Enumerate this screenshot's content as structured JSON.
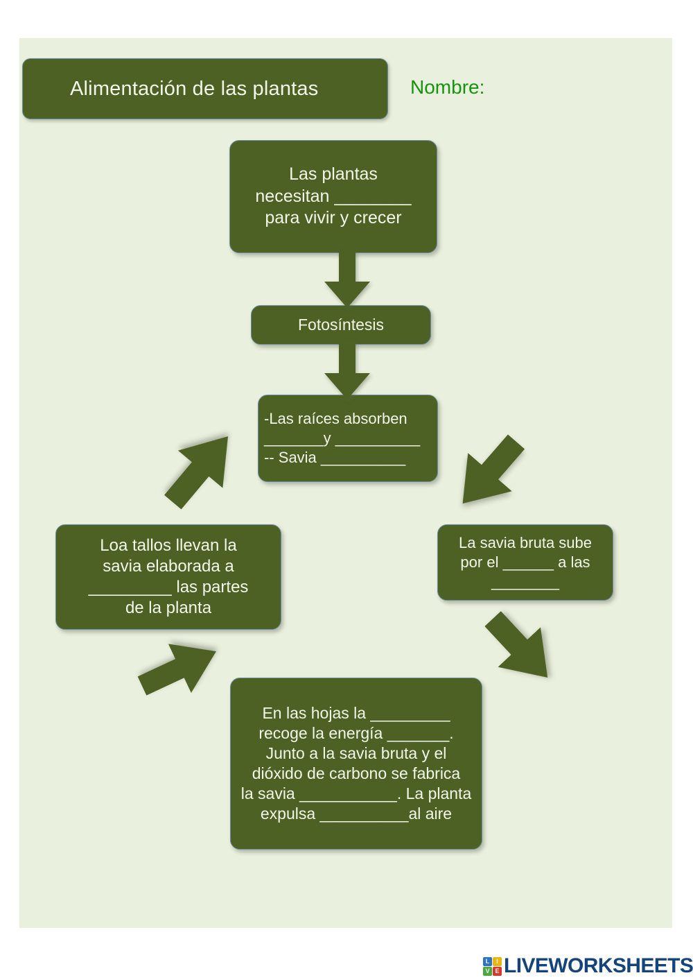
{
  "header": {
    "title": "Alimentación de las plantas",
    "name_label": "Nombre:"
  },
  "colors": {
    "box_fill": "#4c6123",
    "box_border": "#6e8aa0",
    "page_bg": "#eaf0de",
    "text_on_box": "#f2f7e8",
    "name_green": "#17930f",
    "logo_blue": "#15447a"
  },
  "flow": {
    "boxes": [
      {
        "id": "need",
        "text": "Las plantas\nnecesitan ________\npara vivir y crecer"
      },
      {
        "id": "photosynthesis",
        "text": "Fotosíntesis"
      },
      {
        "id": "roots",
        "text": "-Las raíces absorben\n_______y __________\n-- Savia __________"
      },
      {
        "id": "stems",
        "text": "Loa tallos llevan la\nsavia elaborada  a\n_________ las partes\nde la planta"
      },
      {
        "id": "raw-sap",
        "text": "La savia bruta sube\npor el ______ a las\n________"
      },
      {
        "id": "leaves",
        "text": "En las hojas la _________\nrecoge la energía _______.\nJunto a la savia bruta y el\ndióxido de carbono se fabrica\nla savia ___________. La planta\nexpulsa __________al aire"
      }
    ],
    "arrows": [
      {
        "id": "need-to-photosynthesis",
        "direction": "down"
      },
      {
        "id": "photosynthesis-to-roots",
        "direction": "down"
      },
      {
        "id": "roots-to-raw-sap",
        "direction": "down-right"
      },
      {
        "id": "raw-sap-to-leaves",
        "direction": "down-left"
      },
      {
        "id": "leaves-to-stems",
        "direction": "up-left"
      },
      {
        "id": "stems-to-roots",
        "direction": "up-right"
      }
    ]
  },
  "footer": {
    "logo_letters": [
      "L",
      "I",
      "V",
      "E"
    ],
    "wordmark": "LIVEWORKSHEETS"
  }
}
